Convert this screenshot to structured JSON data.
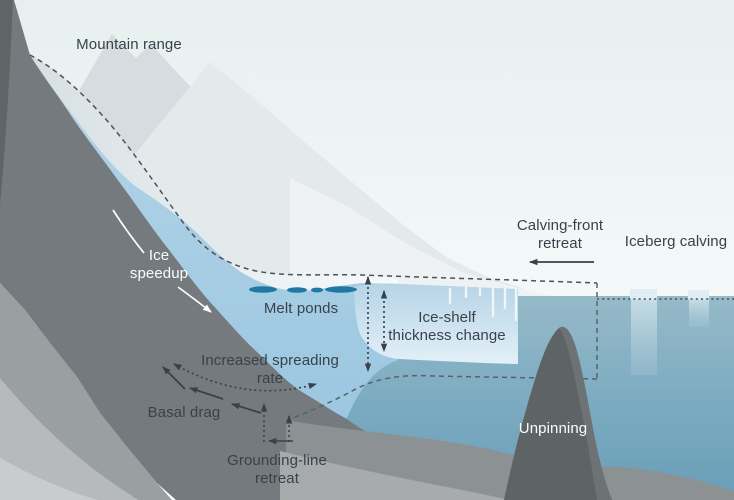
{
  "diagram": {
    "labels": {
      "mountain_range": "Mountain range",
      "ice_speedup": "Ice\nspeedup",
      "melt_ponds": "Melt ponds",
      "increased_spreading_rate": "Increased spreading\nrate",
      "basal_drag": "Basal drag",
      "grounding_line_retreat": "Grounding-line\nretreat",
      "ice_shelf_thickness_change": "Ice-shelf\nthickness change",
      "calving_front_retreat": "Calving-front\nretreat",
      "iceberg_calving": "Iceberg calving",
      "unpinning": "Unpinning"
    },
    "colors": {
      "sky_top": "#e7efef",
      "sky_bottom": "#fdfefe",
      "mountain_far": "#d6dde0",
      "mountain_near": "#e4eaec",
      "ghost_ice_band": "#d8dfe2",
      "glacier_ice": "#a8cfe5",
      "ice_shelf": "#cde2f0",
      "melt_pond": "#1f78a4",
      "ocean_top": "#96bac8",
      "ocean_bottom": "#699eb7",
      "bedrock_dark": "#747a7d",
      "bedrock_medium": "#9aa0a1",
      "seafloor": "#8c9194",
      "pinning_rock": "#5e6365",
      "iceberg": "#e0edf2",
      "dashed_outline": "#49525a",
      "label_dark": "#39424a",
      "label_light": "#ffffff"
    }
  }
}
